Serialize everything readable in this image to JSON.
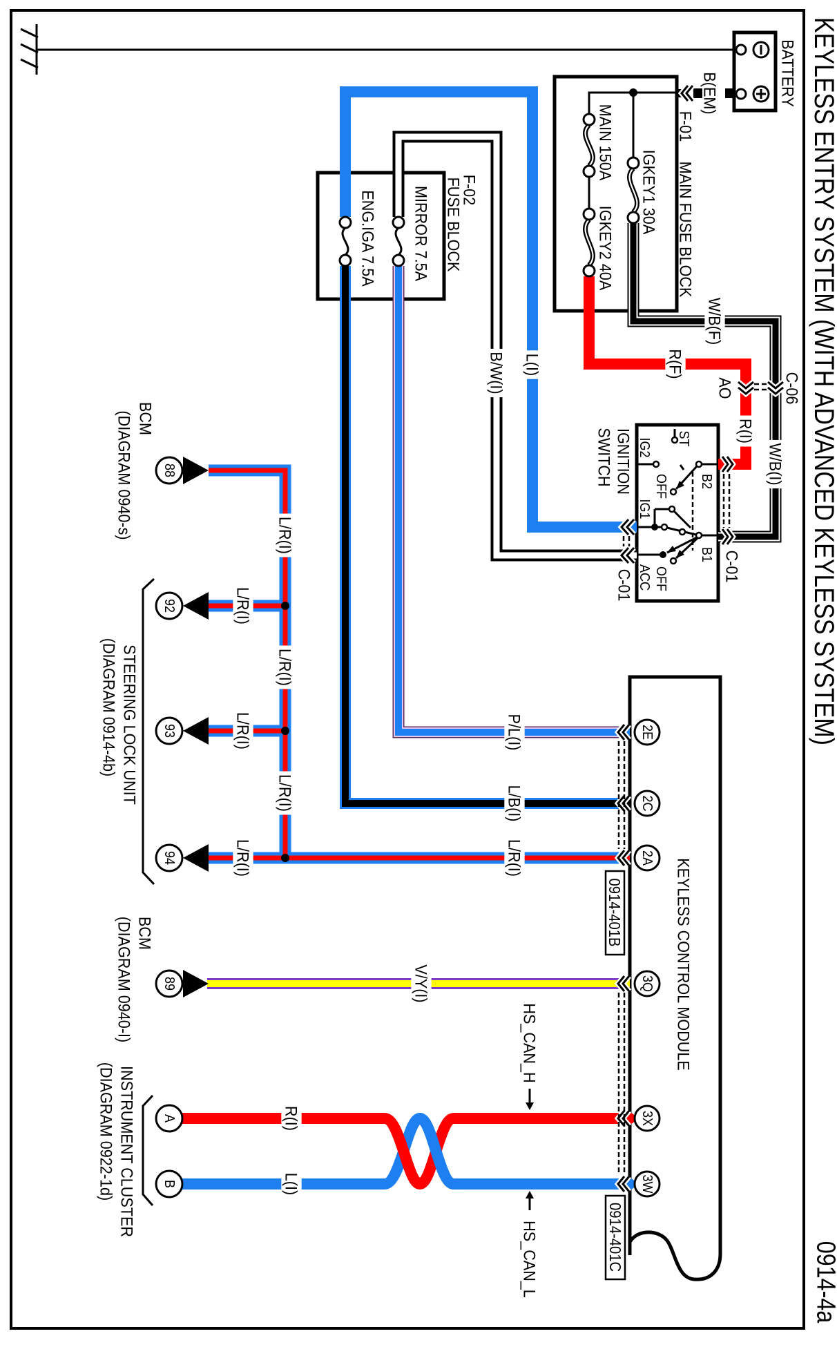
{
  "page": {
    "title": "KEYLESS ENTRY SYSTEM (WITH ADVANCED KEYLESS SYSTEM)",
    "diagram_number": "0914-4a"
  },
  "colors": {
    "red": "#ff0000",
    "blue": "#1e7ff0",
    "black": "#000000",
    "white": "#ffffff",
    "yellow": "#ffff00",
    "violet": "#7d3cc8",
    "pink": "#e2c8f4",
    "outline": "#5a2a5a"
  },
  "icons": {
    "ground": "ground-icon",
    "battery_negative": "minus-icon",
    "battery_positive": "plus-icon",
    "fuse": "fuse-icon",
    "connector": "connector-chevron-icon",
    "pin_arrow": "arrow-triangle-icon",
    "splice": "splice-dot-icon"
  },
  "battery": {
    "label": "BATTERY"
  },
  "main_fuse_block": {
    "connector": "F-01",
    "label": "MAIN FUSE BLOCK",
    "fuse_igkey1": "IGKEY1 30A",
    "fuse_main": "MAIN 150A",
    "fuse_igkey2": "IGKEY2 40A"
  },
  "fuse_block": {
    "connector": "F-02",
    "label": "FUSE BLOCK",
    "fuse_mirror": "MIRROR 7.5A",
    "fuse_eng_iga": "ENG.IGA 7.5A"
  },
  "ignition_switch": {
    "label_line1": "IGNITION",
    "label_line2": "SWITCH",
    "connector_right": "C-01",
    "connector_left": "C-01",
    "contacts": {
      "st": "ST",
      "ig2": "IG2",
      "off_upper": "OFF",
      "b2": "B2",
      "ig1": "IG1",
      "b1": "B1",
      "acc": "ACC",
      "off_lower": "OFF"
    }
  },
  "inline_connector": {
    "name": "C-06",
    "pin": "AO"
  },
  "keyless_control_module": {
    "label": "KEYLESS CONTROL MODULE",
    "pins": {
      "p2e": "2E",
      "p2c": "2C",
      "p2a": "2A",
      "p3q": "3Q",
      "p3x": "3X",
      "p3w": "3W"
    },
    "connector_ref_b": "0914-401B",
    "connector_ref_c": "0914-401C"
  },
  "bcm_upper": {
    "label": "BCM",
    "ref": "(DIAGRAM 0940-s)",
    "pin": "88"
  },
  "steering_lock_unit": {
    "label": "STEERING LOCK UNIT",
    "ref": "(DIAGRAM 0914-4b)",
    "pins": [
      "92",
      "93",
      "94"
    ]
  },
  "bcm_lower": {
    "label": "BCM",
    "ref": "(DIAGRAM 0940-I)",
    "pin": "89"
  },
  "instrument_cluster": {
    "label": "INSTRUMENT CLUSTER",
    "ref": "(DIAGRAM 0922-1d)",
    "pins": [
      "A",
      "B"
    ]
  },
  "wires": {
    "b_em": {
      "label": "B(EM)",
      "color": [
        "black"
      ]
    },
    "w_b_f": {
      "label": "W/B(F)",
      "color": [
        "white",
        "black"
      ]
    },
    "w_b_i": {
      "label": "W/B(I)",
      "color": [
        "white",
        "black"
      ]
    },
    "r_f": {
      "label": "R(F)",
      "color": [
        "red"
      ]
    },
    "r_i": {
      "label": "R(I)",
      "color": [
        "red"
      ]
    },
    "l_i": {
      "label": "L(I)",
      "color": [
        "blue"
      ]
    },
    "b_w_i": {
      "label": "B/W(I)",
      "color": [
        "black",
        "white"
      ]
    },
    "p_l_i": {
      "label": "P/L(I)",
      "color": [
        "pink",
        "blue"
      ]
    },
    "l_b_i": {
      "label": "L/B(I)",
      "color": [
        "blue",
        "black"
      ]
    },
    "l_r_i": [
      {
        "label": "L/R(I)"
      },
      {
        "label": "L/R(I)"
      },
      {
        "label": "L/R(I)"
      },
      {
        "label": "L/R(I)"
      },
      {
        "label": "L/R(I)"
      },
      {
        "label": "L/R(I)"
      },
      {
        "label": "L/R(I)"
      }
    ],
    "v_y_i": {
      "label": "V/Y(I)",
      "color": [
        "violet",
        "yellow"
      ]
    },
    "can_h": {
      "label": "R(I)",
      "color": [
        "red"
      ]
    },
    "can_l": {
      "label": "L(I)",
      "color": [
        "blue"
      ]
    }
  },
  "signals": {
    "can_h": "HS_CAN_H",
    "can_l": "HS_CAN_L"
  }
}
